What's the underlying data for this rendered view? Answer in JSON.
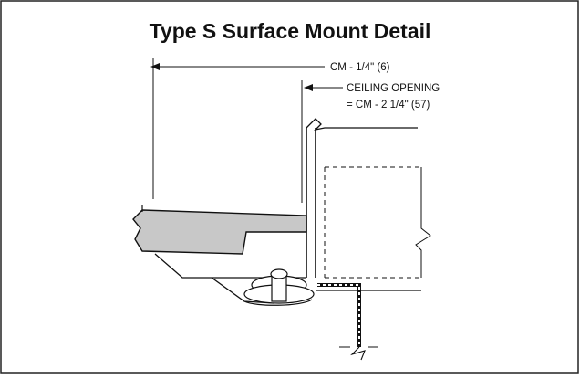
{
  "title": "Type S  Surface Mount Detail",
  "dimensions": {
    "cm_label": "CM - 1/4\" (6)",
    "opening_line1": "CEILING OPENING",
    "opening_line2": "= CM - 2 1/4\" (57)"
  },
  "colors": {
    "frame_border": "#222222",
    "line": "#111111",
    "ceiling_fill": "#c8c8c8"
  }
}
